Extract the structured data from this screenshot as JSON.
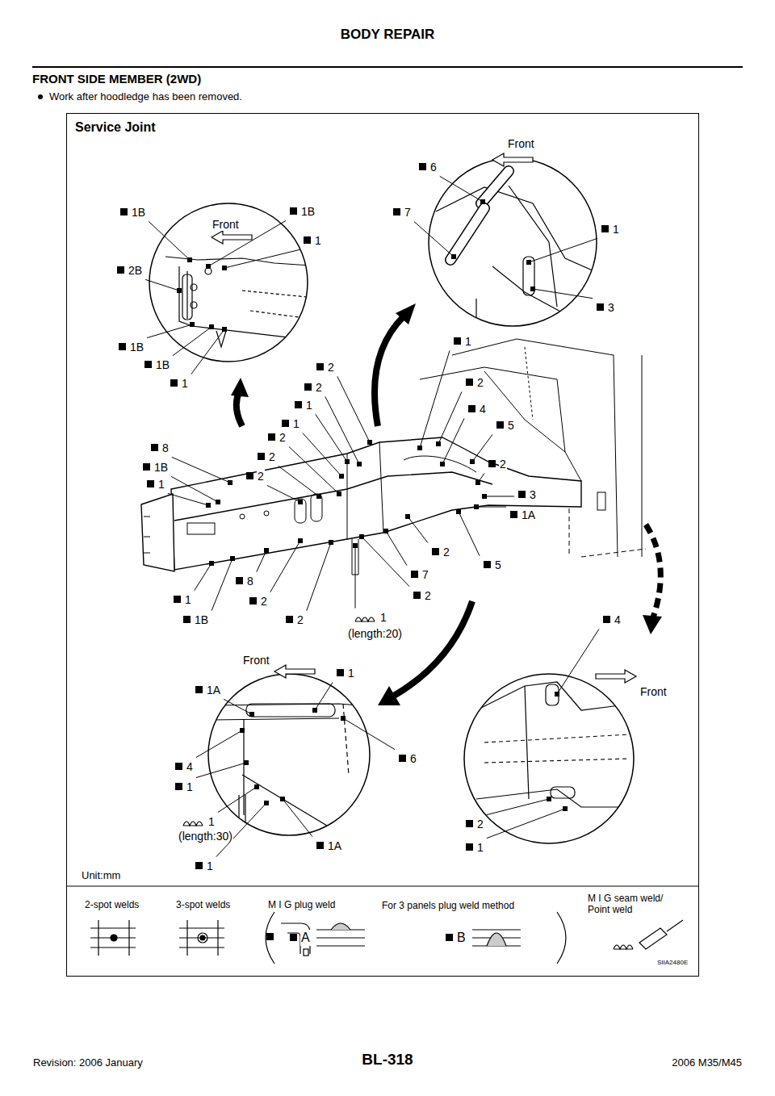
{
  "diagram": {
    "title": "FRONT SIDE MEMBER (2WD)",
    "nodes": [
      {
        "text": [
          "Service Joint"
        ]
      }
    ],
    "labels": [
      "BODY REPAIR",
      "Work after hoodledge has been removed.",
      "Front",
      "1B",
      "1B",
      "1",
      "2B",
      "1B",
      "1B",
      "1",
      "Front",
      "6",
      "7",
      "1",
      "3",
      "1",
      "2",
      "2",
      "2",
      "1",
      "4",
      "1",
      "5",
      "8",
      "2",
      "1B",
      "2",
      "2",
      "1",
      "2",
      "3",
      "1A",
      "2",
      "5",
      "7",
      "8",
      "2",
      "1",
      "2",
      "1B",
      "2",
      "1",
      "(length:20)",
      "Front",
      "1",
      "1A",
      "6",
      "4",
      "1",
      "1",
      "(length:30)",
      "1A",
      "1",
      "4",
      "Front",
      "2",
      "1",
      "Unit:mm",
      "For 3 panels plug weld method",
      "A",
      "B",
      "SIIA2480E",
      "BL-318",
      "Revision: 2006 January",
      "2006 M35/M45"
    ],
    "legend": [
      {
        "text": "2-spot welds"
      },
      {
        "text": "3-spot welds"
      },
      {
        "text": "M I G plug weld"
      },
      {
        "text": "M I G seam weld/ Point weld"
      }
    ]
  }
}
